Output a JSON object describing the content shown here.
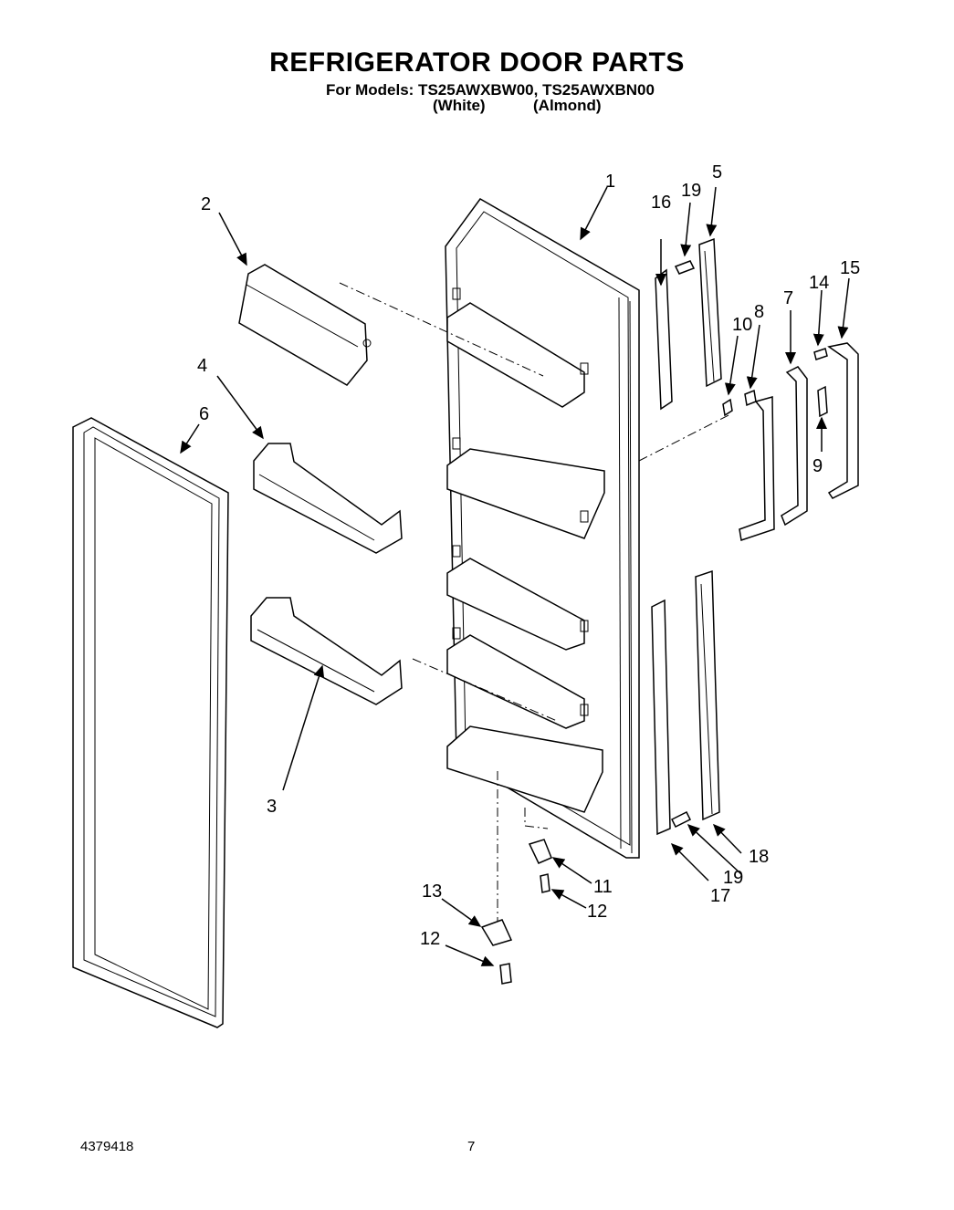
{
  "header": {
    "title": "REFRIGERATOR DOOR PARTS",
    "models_line": "For Models: TS25AWXBW00, TS25AWXBN00",
    "color_white": "(White)",
    "color_almond": "(Almond)"
  },
  "callouts": {
    "c1": "1",
    "c2": "2",
    "c3": "3",
    "c4": "4",
    "c5": "5",
    "c6": "6",
    "c7": "7",
    "c8": "8",
    "c9": "9",
    "c10": "10",
    "c11": "11",
    "c12a": "12",
    "c12b": "12",
    "c13": "13",
    "c14": "14",
    "c15": "15",
    "c16": "16",
    "c17": "17",
    "c18": "18",
    "c19a": "19",
    "c19b": "19"
  },
  "footer": {
    "doc_number": "4379418",
    "page_number": "7"
  }
}
